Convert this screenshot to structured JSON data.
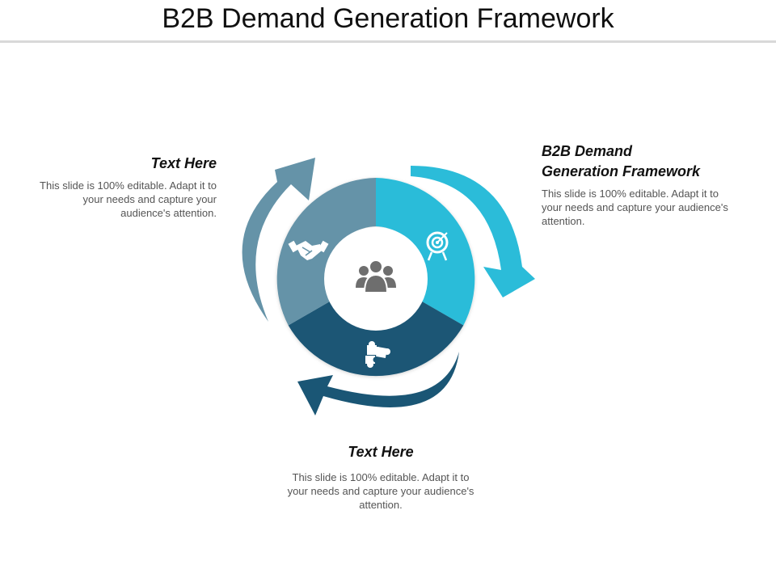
{
  "title": "B2B Demand Generation Framework",
  "blocks": {
    "left": {
      "heading": "Text Here",
      "body": "This slide is 100% editable. Adapt it to your needs and capture your audience's attention."
    },
    "right": {
      "heading_line1": "B2B Demand",
      "heading_line2": "Generation Framework",
      "body": "This slide is 100% editable. Adapt it to your needs and capture your audience's attention."
    },
    "bottom": {
      "heading": "Text Here",
      "body": "This slide is 100% editable. Adapt it to your needs and capture your audience's attention."
    }
  },
  "colors": {
    "segment_top_right": "#2bbcd9",
    "segment_bottom": "#1a5675",
    "segment_left": "#6593a8",
    "icon_gray": "#6e6e6e",
    "center": "#ffffff"
  },
  "icons": {
    "center": "team-icon",
    "top_right": "target-icon",
    "bottom": "puzzle-icon",
    "left": "handshake-icon"
  }
}
